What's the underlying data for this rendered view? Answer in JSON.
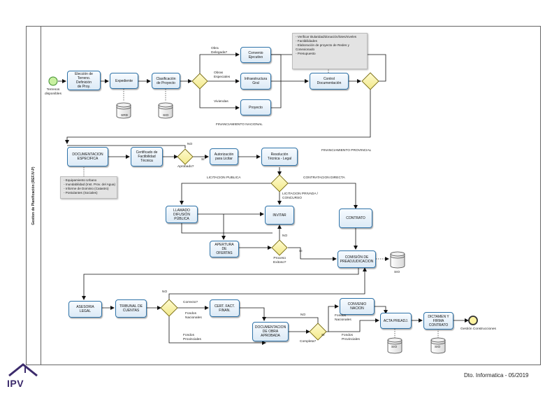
{
  "lane": {
    "label": "Gestion de Planificación (REF.IV-P)"
  },
  "footer": {
    "text": "Dto. Informatica - 05/2019"
  },
  "logo": {
    "text": "IPV"
  },
  "events": {
    "start": "Terrenos\ndisponibles",
    "end": "Gestión Construcciones"
  },
  "tasks": {
    "eleccion": "Elección de\nTerreno. Definición\nde Proy.",
    "expediente": "Expediente",
    "clasificacion": "Clasificación\nde Proyecto",
    "convenio_ejecutivo": "Convenio\nEjecutivo",
    "infraestructura": "Infraestructura\nGral",
    "proyecto": "Proyecto",
    "control": "Control\nDocumentación",
    "documentacion": "DOCUMENTACION\nESPECIFICA",
    "certificado": "Certificado de\nFactibilidad\nTécnica",
    "autorizacion": "Autorización\npara Licitar",
    "resolucion": "Resolución\nTécnica - Legal",
    "llamado": "LLAMADO\nDIFUSIÓN\nPÚBLICA",
    "invitar": "INVITAR",
    "contrato": "CONTRATO",
    "apertura": "APERTURA DE\nOFERTAS",
    "comision": "COMISIÓN DE\nPREADJUDICACION",
    "asesoria": "ASESORIA\nLEGAL",
    "tribunal": "TRIBUNAL DE\nCUENTAS",
    "cert_fact": "CERT. FACT.\nFINAN.",
    "doc_obra": "DOCUMENTACION\nDE OBRA\nAPROBADA",
    "convenio_nacion": "CONVENIO\nNACION",
    "acta": "ACTA PREADJ.",
    "dictamen": "DICTAMEN Y\nFIRMA\nCONTRATO"
  },
  "datastores": {
    "srd": "SRD",
    "sio1": "SIO",
    "sio2": "SIO",
    "sio3": "SIO",
    "sio4": "SIO"
  },
  "notes": {
    "control": [
      "- Verificar titularidad/donación/lotes/niveles",
      "- Factibilidades",
      "- Elaboración de proyecto de Redes y",
      "  Conexionado",
      "- Presupuesto"
    ],
    "documentacion": [
      "- Equipamiento Urbano",
      "- Inundabilidad (Inst. Prov. del Agua)",
      "- Informe de Dominio (Catastro)",
      "- Postulantes (Sociales)"
    ]
  },
  "labels": {
    "obra_delegada": "Obra\nDelegada?",
    "obras_especiales": "Obras\nEspeciales",
    "viviendas": "Viviendas",
    "financiamiento_nacional": "FINANCIAMIENTO NACIONAL",
    "financiamiento_provincial": "FINANCIAMIENTO PROVINCIAL",
    "no_1": "NO",
    "si_1": "SI",
    "aprobado": "Aprobado?",
    "licitacion_publica": "LICITACION PUBLICA",
    "contratacion_directa": "CONTRATACION DIRECTA",
    "licitacion_privada": "LICITACION PRIVADA /\nCONCURSO",
    "no_2": "NO",
    "si_2": "SI",
    "proceso_exitoso": "Proceso\nExitoso?",
    "no_3": "NO",
    "correcto": "Correcto?",
    "fondos_nacionales_1": "Fondos\nNacionales",
    "fondos_provinciales_1": "Fondos\nProvinciales",
    "no_4": "NO",
    "si_4": "SI",
    "completa": "Completa?",
    "fondos_nacionales_2": "Fondos\nNacionales",
    "fondos_provinciales_2": "Fondos\nProvinciales"
  }
}
